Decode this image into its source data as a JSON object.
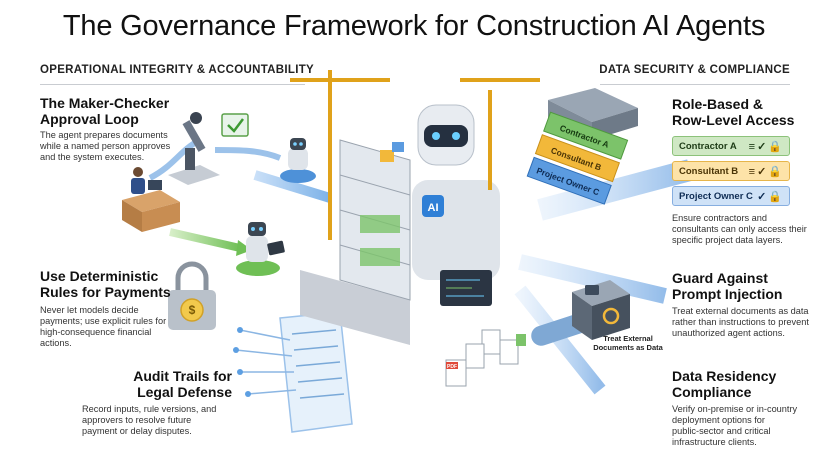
{
  "title": "The Governance Framework for Construction AI Agents",
  "sections": {
    "left_heading": "OPERATIONAL INTEGRITY & ACCOUNTABILITY",
    "right_heading": "DATA SECURITY & COMPLIANCE"
  },
  "left_blocks": [
    {
      "title_line1": "The Maker-Checker",
      "title_line2": "Approval Loop",
      "body": [
        "The agent prepares documents",
        "while a named person approves",
        "and the system executes."
      ]
    },
    {
      "title_line1": "Use Deterministic",
      "title_line2": "Rules for Payments",
      "body": [
        "Never let models decide",
        "payments; use explicit rules for",
        "high-consequence financial",
        "actions."
      ]
    },
    {
      "title_line1": "Audit Trails for",
      "title_line2": "Legal Defense",
      "body": [
        "Record inputs, rule versions, and",
        "approvers to resolve future",
        "payment or delay disputes."
      ]
    }
  ],
  "right_blocks": [
    {
      "title_line1": "Role-Based &",
      "title_line2": "Row-Level Access",
      "body": [
        "Ensure contractors and",
        "consultants can only access their",
        "specific project data layers."
      ]
    },
    {
      "title_line1": "Guard Against",
      "title_line2": "Prompt Injection",
      "body": [
        "Treat external documents as data",
        "rather than instructions to prevent",
        "unauthorized agent actions."
      ]
    },
    {
      "title_line1": "Data Residency",
      "title_line2": "Compliance",
      "body": [
        "Verify on-premise or in-country",
        "deployment options for",
        "public-sector and critical",
        "infrastructure clients."
      ]
    }
  ],
  "roles": [
    "Contractor A",
    "Consultant B",
    "Project Owner C"
  ],
  "stack_layers": [
    "Contractor A",
    "Consultant B",
    "Project Owner C"
  ],
  "illustration_labels": {
    "robot_chest": "AI",
    "external_docs_line1": "Treat External",
    "external_docs_line2": "Documents as Data",
    "doc_tag": "PDF"
  },
  "colors": {
    "green": "#7cc36a",
    "amber": "#f2b83a",
    "blue": "#5b9be0",
    "slate": "#3d4b5c",
    "accent_blue": "#2f7fd6"
  }
}
